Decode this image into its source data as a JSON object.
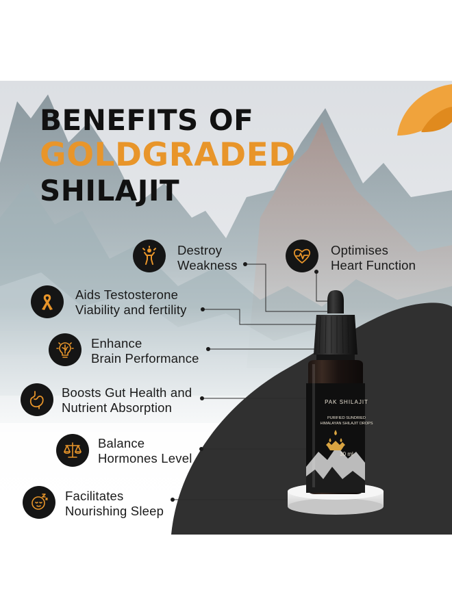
{
  "title": {
    "line1": "BENEFITS OF",
    "line2": "GOLDGRADED",
    "line3": "SHILAJIT"
  },
  "benefits": [
    {
      "icon": "strength-person-icon",
      "line1": "Destroy",
      "line2": "Weakness"
    },
    {
      "icon": "heart-pulse-icon",
      "line1": "Optimises",
      "line2": "Heart Function"
    },
    {
      "icon": "ribbon-icon",
      "line1": "Aids Testosterone",
      "line2": "Viability and fertility"
    },
    {
      "icon": "brain-bulb-icon",
      "line1": "Enhance",
      "line2": "Brain Performance"
    },
    {
      "icon": "stomach-icon",
      "line1": "Boosts Gut Health and",
      "line2": "Nutrient Absorption"
    },
    {
      "icon": "balance-scale-icon",
      "line1": "Balance",
      "line2": "Hormones Level"
    },
    {
      "icon": "sleep-icon",
      "line1": "Facilitates",
      "line2": "Nourishing Sleep"
    }
  ],
  "product": {
    "brand": "PAK SHILAJIT",
    "subtitle_line1": "PURIFIED SUNDRIED",
    "subtitle_line2": "HIMALAYAN SHILAJIT DROPS",
    "volume": "30 ml"
  },
  "colors": {
    "accent": "#e8952a",
    "dark": "#151515",
    "text": "#1a1a1a"
  }
}
